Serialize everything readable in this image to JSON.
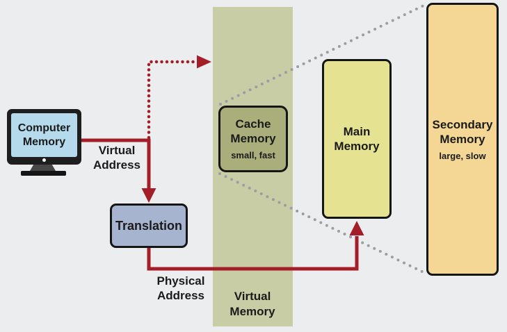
{
  "colors": {
    "background": "#ECEDEE",
    "arrow_red": "#A31E28",
    "dot_gray": "#999EA4",
    "column_green": "#C9CDA6",
    "translation_fill": "#A7B4CF",
    "cache_fill": "#A9AE7B",
    "main_fill": "#E5E392",
    "secondary_fill": "#F4D795",
    "screen_blue": "#B5DAEC",
    "box_border": "#151515",
    "text": "#1A1A1A"
  },
  "computer": {
    "label": "Computer Memory"
  },
  "labels": {
    "virtual_address": "Virtual Address",
    "physical_address": "Physical Address",
    "virtual_memory": "Virtual Memory"
  },
  "boxes": {
    "translation": {
      "label": "Translation"
    },
    "cache": {
      "title": "Cache Memory",
      "subtitle": "small, fast"
    },
    "main": {
      "title": "Main Memory"
    },
    "secondary": {
      "title": "Secondary Memory",
      "subtitle": "large, slow"
    }
  }
}
